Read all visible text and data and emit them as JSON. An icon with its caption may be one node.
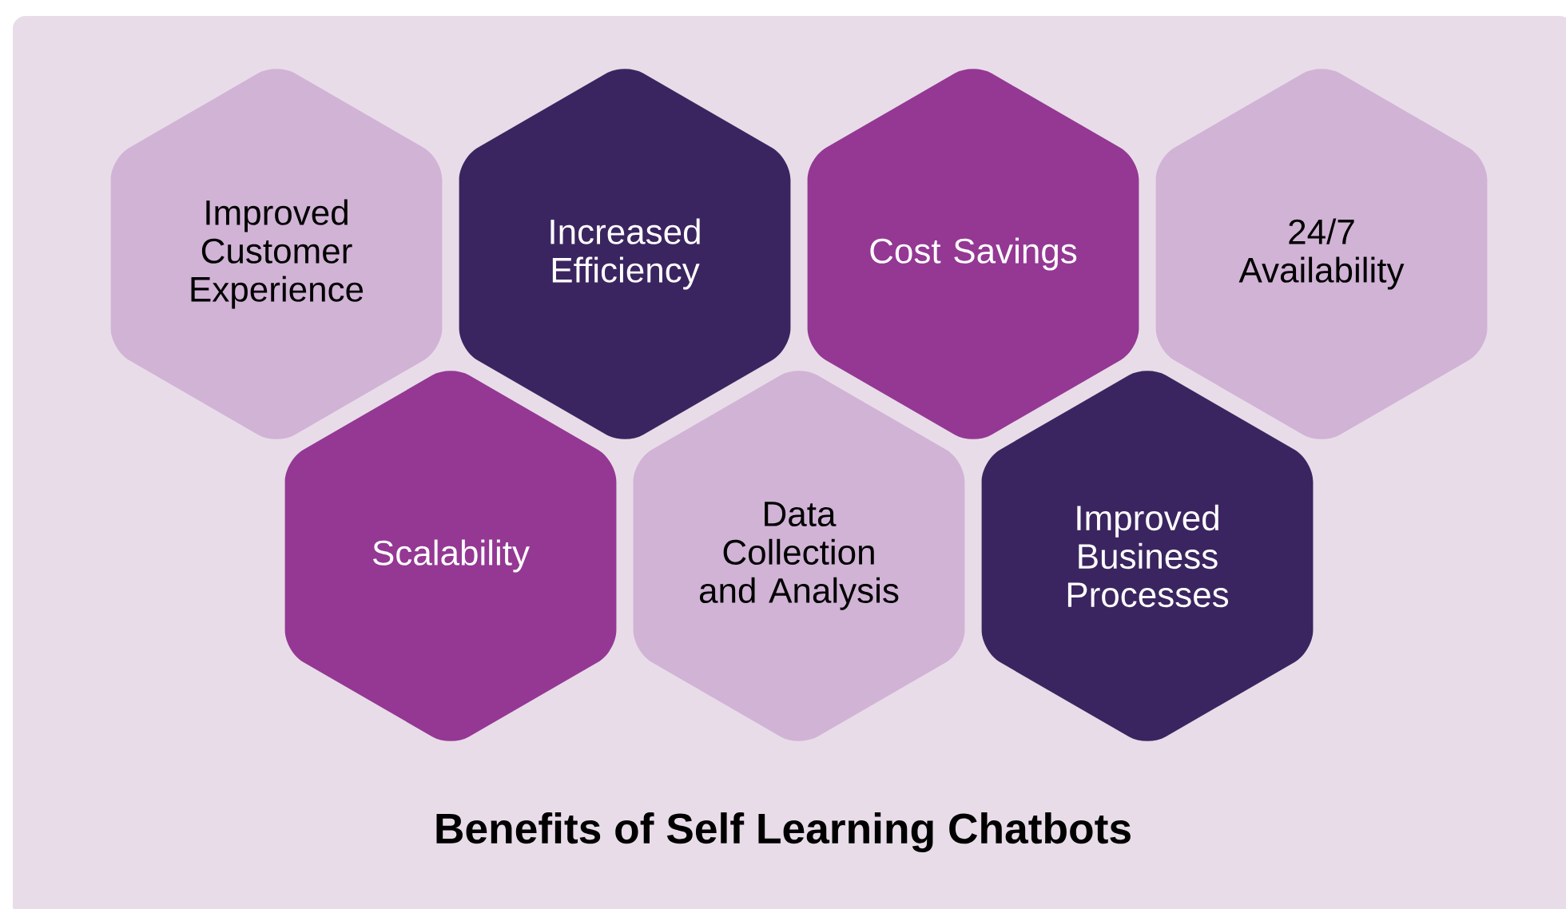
{
  "diagram": {
    "title": "Benefits of Self Learning Chatbots",
    "nodes": [
      {
        "text": [
          "Improved Customer Experience"
        ]
      },
      {
        "text": [
          "Increased Efficiency"
        ]
      },
      {
        "text": [
          "Cost Savings"
        ]
      },
      {
        "text": [
          "24/7 Availability"
        ]
      },
      {
        "text": [
          "Scalability"
        ]
      },
      {
        "text": [
          "Data Collection and Analysis"
        ]
      },
      {
        "text": [
          "Improved Business Processes"
        ]
      }
    ]
  }
}
